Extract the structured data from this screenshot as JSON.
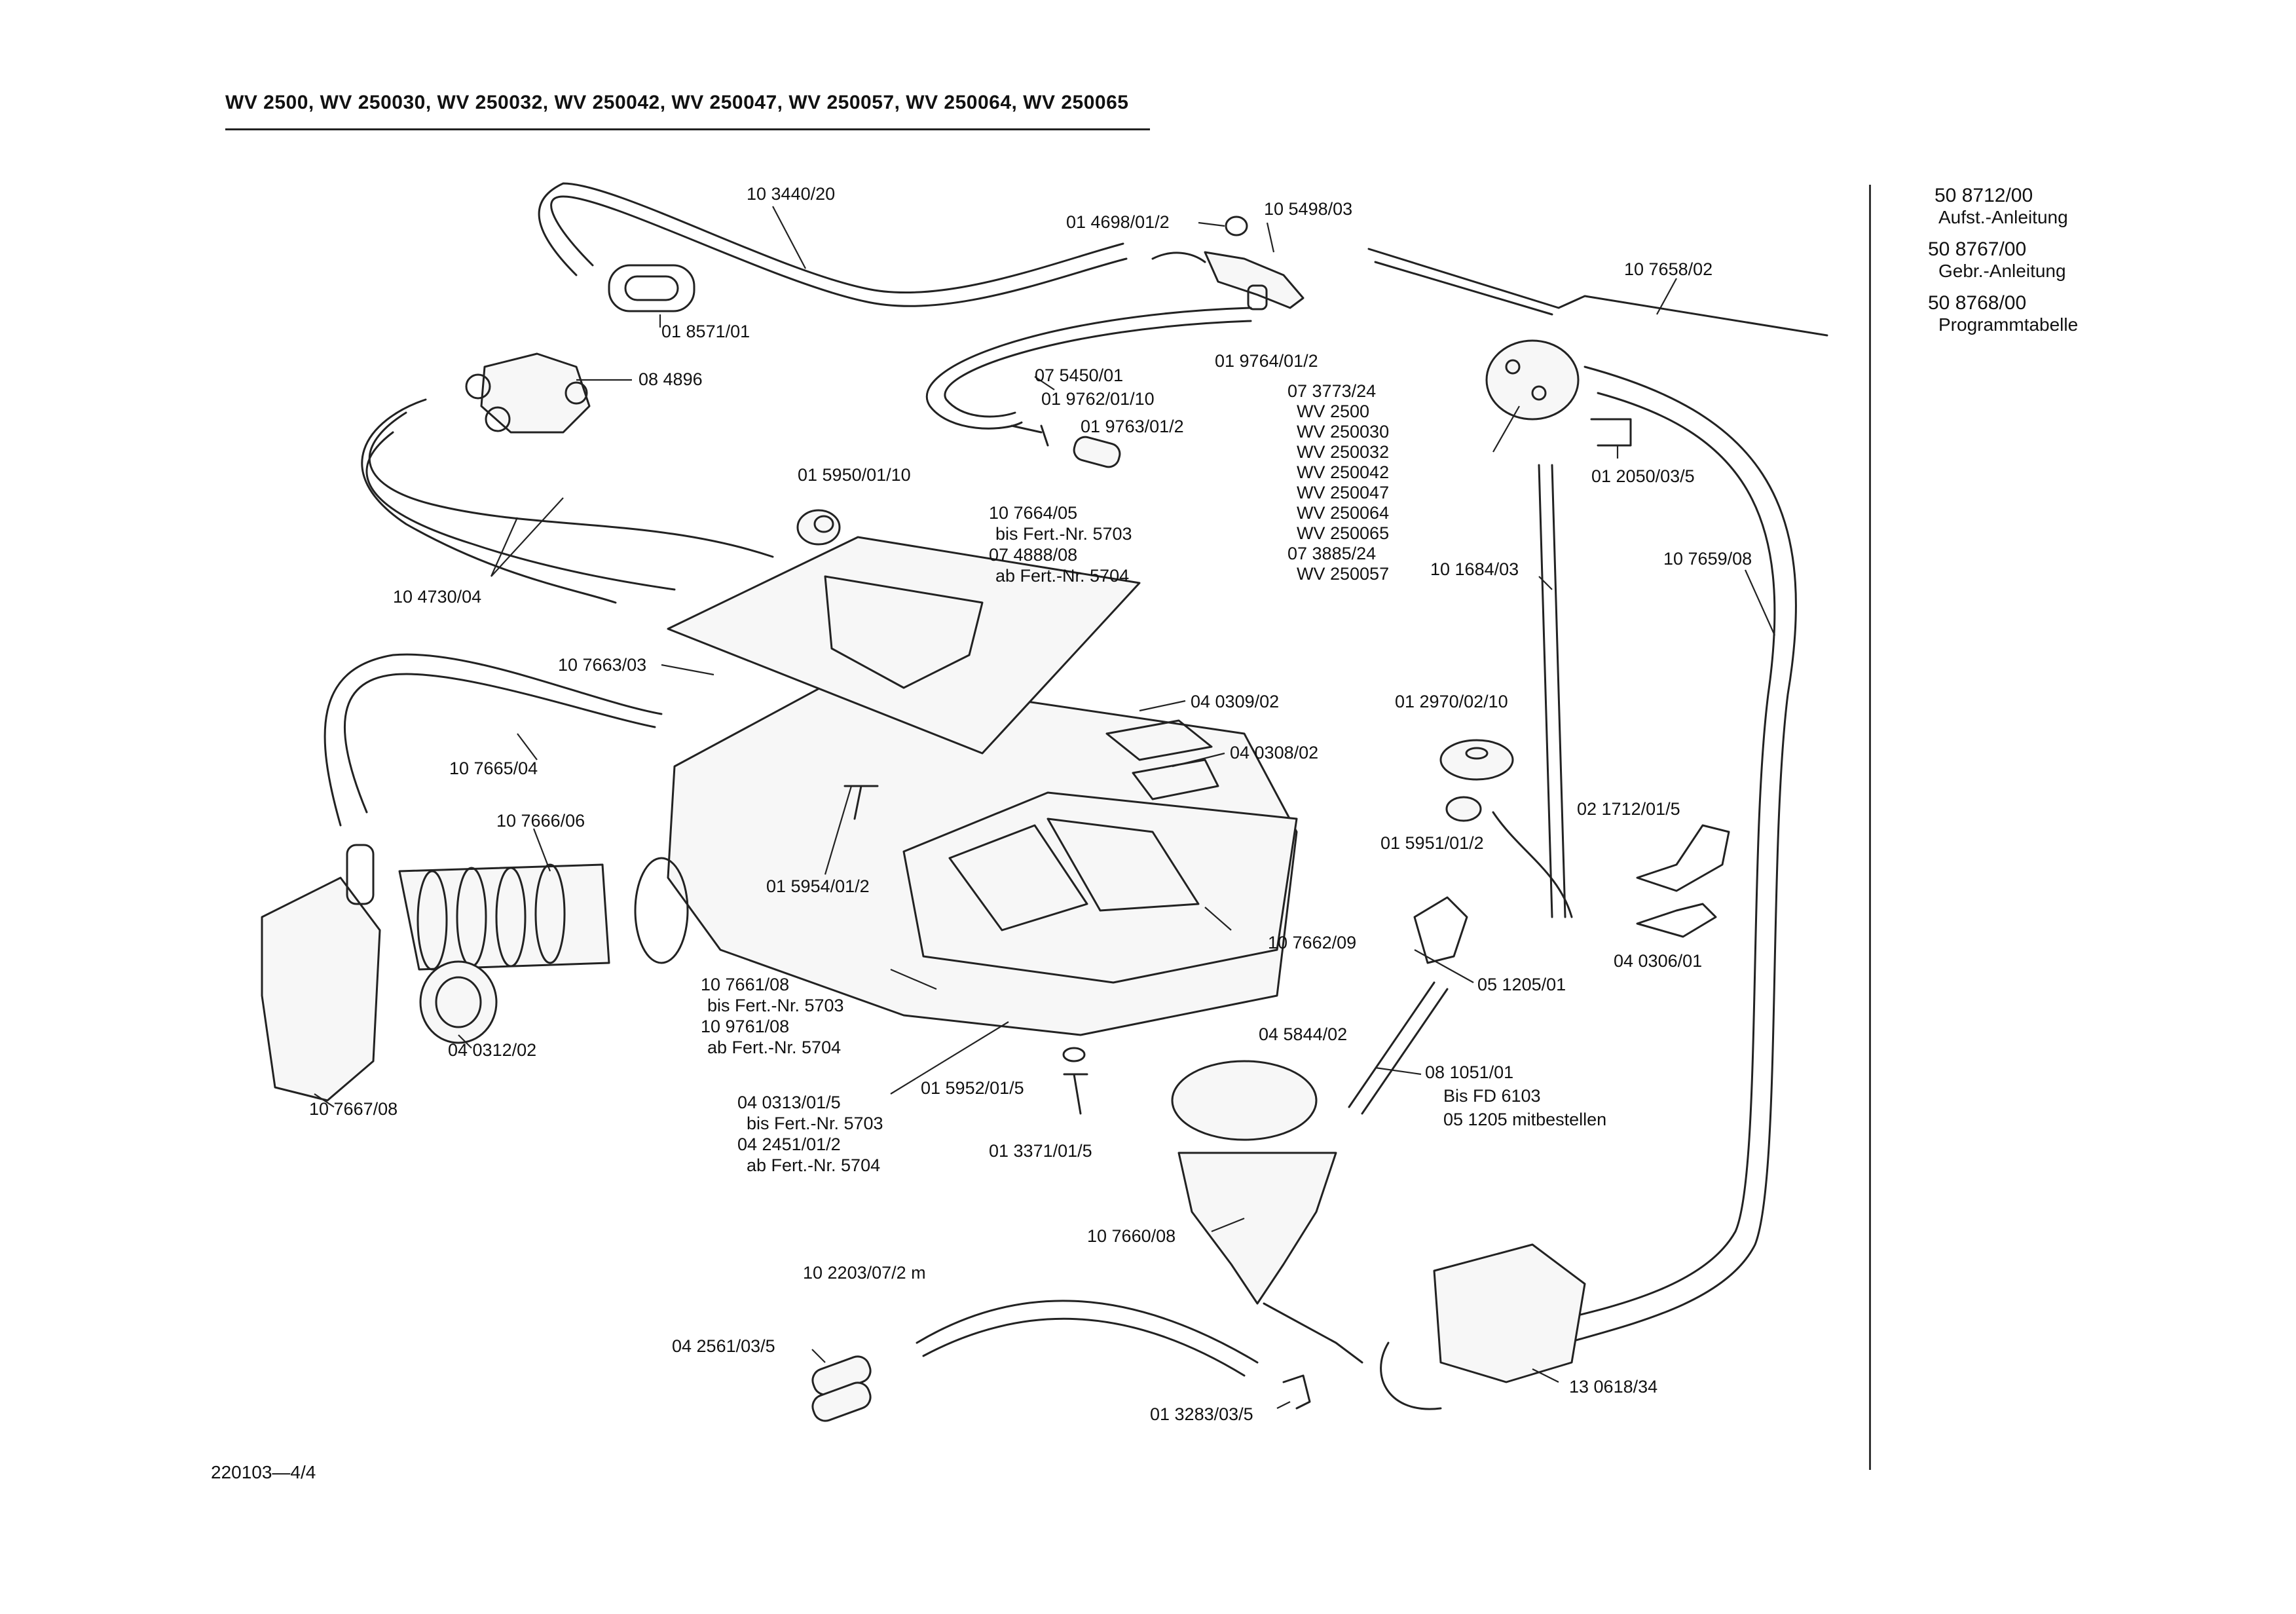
{
  "header": {
    "title": "WV 2500, WV 250030, WV 250032, WV 250042, WV 250047, WV 250057, WV 250064, WV 250065"
  },
  "documents": [
    {
      "number": "50 8712/00",
      "description": "Aufst.-Anleitung"
    },
    {
      "number": "50 8767/00",
      "description": "Gebr.-Anleitung"
    },
    {
      "number": "50 8768/00",
      "description": "Programmtabelle"
    }
  ],
  "footer": {
    "drawing_number": "220103—4/4"
  },
  "callouts": {
    "c103440": "10 3440/20",
    "c018571": "01 8571/01",
    "c084896": "08 4896",
    "c104730": "10 4730/04",
    "c014698": "01 4698/01/2",
    "c105498": "10 5498/03",
    "c107658": "10 7658/02",
    "c019764": "01 9764/01/2",
    "c075450": "07 5450/01",
    "c019762": "01 9762/01/10",
    "c019763": "01 9763/01/2",
    "c015950": "01 5950/01/10",
    "c073773": [
      "07 3773/24",
      "WV 2500",
      "WV 250030",
      "WV 250032",
      "WV 250042",
      "WV 250047",
      "WV 250064",
      "WV 250065",
      "07 3885/24",
      "WV 250057"
    ],
    "c012050": "01 2050/03/5",
    "c107664": [
      "10 7664/05",
      "bis Fert.-Nr. 5703",
      "07 4888/08",
      "ab Fert.-Nr. 5704"
    ],
    "c101684": "10 1684/03",
    "c107659": "10 7659/08",
    "c107663": "10 7663/03",
    "c040309": "04 0309/02",
    "c012970": "01 2970/02/10",
    "c107665": "10 7665/04",
    "c040308": "04 0308/02",
    "c015951": "01 5951/01/2",
    "c021712": "02 1712/01/5",
    "c107666": "10 7666/06",
    "c015954": "01 5954/01/2",
    "c107662": "10 7662/09",
    "c040306": "04 0306/01",
    "c051205": "05 1205/01",
    "c107661": [
      "10 7661/08",
      "bis Fert.-Nr. 5703",
      "10 9761/08",
      "ab Fert.-Nr. 5704"
    ],
    "c040312": "04 0312/02",
    "c045844": "04 5844/02",
    "c081051": [
      "08 1051/01",
      "Bis FD 6103",
      "05 1205 mitbestellen"
    ],
    "c107667": "10 7667/08",
    "c040313": [
      "04 0313/01/5",
      "bis Fert.-Nr. 5703",
      "04 2451/01/2",
      "ab Fert.-Nr. 5704"
    ],
    "c015952": "01 5952/01/5",
    "c013371": "01 3371/01/5",
    "c107660": "10 7660/08",
    "c102203": "10 2203/07/2 m",
    "c042561": "04 2561/03/5",
    "c013283": "01 3283/03/5",
    "c130618": "13 0618/34"
  }
}
